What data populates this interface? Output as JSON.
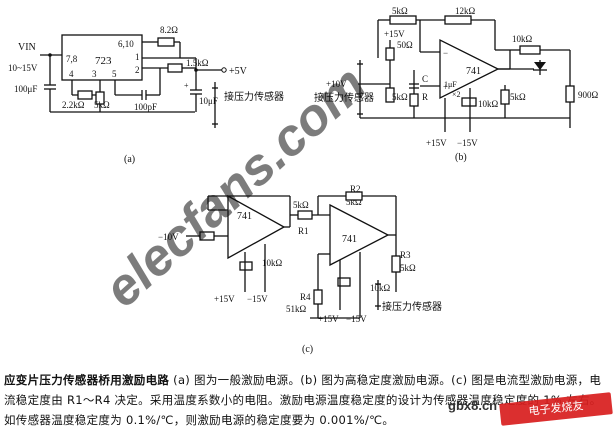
{
  "watermark": {
    "text": "elecfans.com",
    "color": "#e0302c"
  },
  "panel_a": {
    "label": "(a)",
    "ic_name": "723",
    "pin_top": "6,10",
    "pin_left": "7,8",
    "pin_1": "1",
    "pin_2": "2",
    "pin_3": "3",
    "pin_4": "4",
    "pin_5": "5",
    "vin_label": "VIN",
    "vin_range": "10~15V",
    "c_in": "100μF",
    "r_2k2": "2.2kΩ",
    "r_5k": "5kΩ",
    "c_100p": "100pF",
    "r_8r2": "8.2Ω",
    "r_1k5": "1.5kΩ",
    "vout": "+5V",
    "c_out": "10μF",
    "sensor": "接压力传感器"
  },
  "panel_b": {
    "label": "(b)",
    "r_5k_top": "5kΩ",
    "r_12k": "12kΩ",
    "supply_top": "+15V",
    "r_50": "50Ω",
    "opamp": "741",
    "r_10k_out": "10kΩ",
    "vin": "+10V",
    "sensor": "接压力传感器",
    "r_5k_left": "5kΩ",
    "c_label": "C",
    "r_label": "R",
    "c_1u": "1μF",
    "x2": "×2",
    "r_10k_bot": "10kΩ",
    "r_5k_right": "5kΩ",
    "r_900": "900Ω",
    "vpos": "+15V",
    "vneg": "−15V"
  },
  "panel_c": {
    "label": "(c)",
    "opamp1": "741",
    "opamp2": "741",
    "vin": "−10V",
    "r_5k_mid": "5kΩ",
    "r1": "R1",
    "r2": "R2",
    "r2_val": "5kΩ",
    "r3": "R3",
    "r3_val": "5kΩ",
    "r4": "R4",
    "r4_val": "51kΩ",
    "r_10k_1": "10kΩ",
    "r_10k_2": "10kΩ",
    "vpos_1": "+15V",
    "vneg_1": "−15V",
    "vpos_2": "+15V",
    "vneg_2": "−15V",
    "sensor": "接压力传感器"
  },
  "caption": {
    "title": "应变片压力传感器桥用激励电路",
    "body": "(a) 图为一般激励电源。(b) 图为高稳定度激励电源。(c) 图是电流型激励电源，电流稳定度由 R1～R4 决定。采用温度系数小的电阻。激励电源温度稳定度的设计为传感器温度稳定度的 1% 左右。如传感器温度稳定度为 0.1%/℃，则激励电源的稳定度要为 0.001%/℃。"
  },
  "footer": {
    "url": "gbx8.cn",
    "badge": "电子发烧友"
  }
}
